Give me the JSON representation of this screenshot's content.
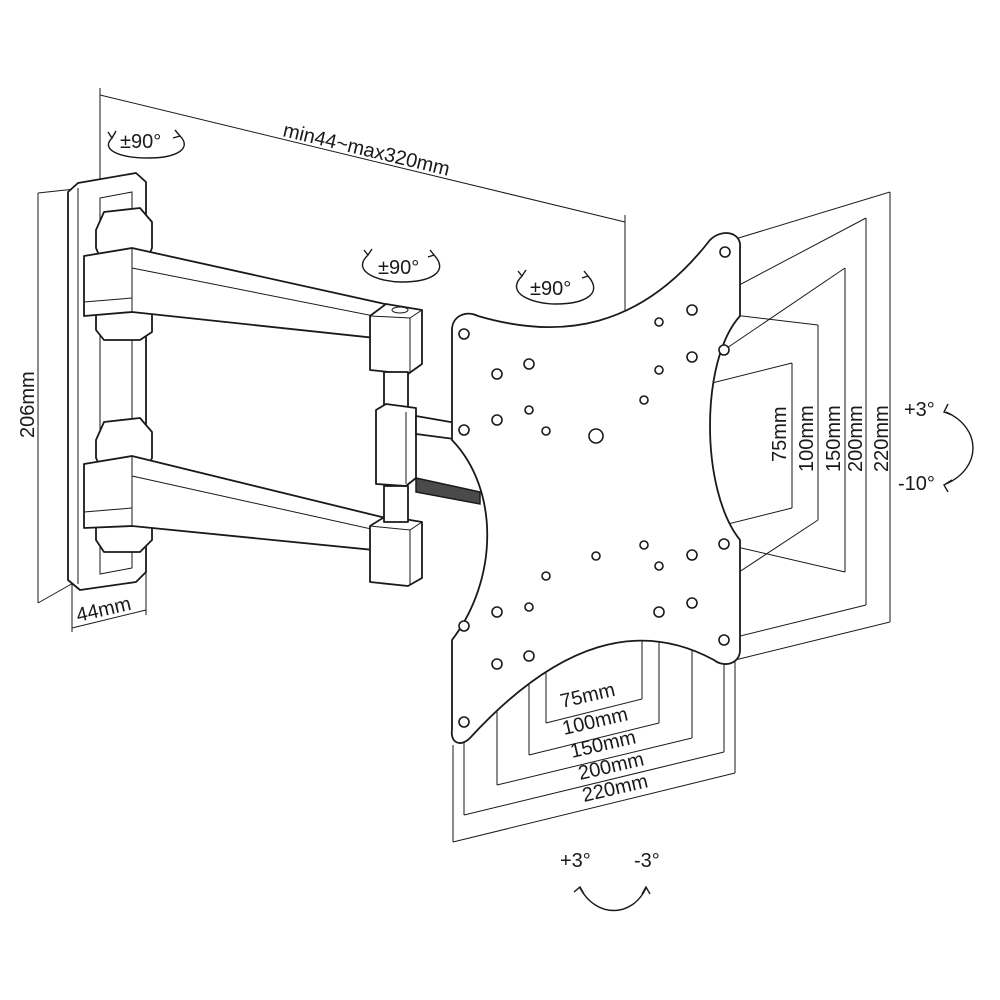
{
  "rotation": {
    "wall_plate": "±90°",
    "arm_joint": "±90°",
    "plate_joint": "±90°"
  },
  "extension": "min44~max320mm",
  "wall_plate": {
    "height": "206mm",
    "depth": "44mm"
  },
  "vesa_vertical": [
    "75mm",
    "100mm",
    "150mm",
    "200mm",
    "220mm"
  ],
  "vesa_horizontal": [
    "75mm",
    "100mm",
    "150mm",
    "200mm",
    "220mm"
  ],
  "tilt": {
    "up": "+3°",
    "down": "-10°"
  },
  "swivel": {
    "left": "+3°",
    "right": "-3°"
  }
}
